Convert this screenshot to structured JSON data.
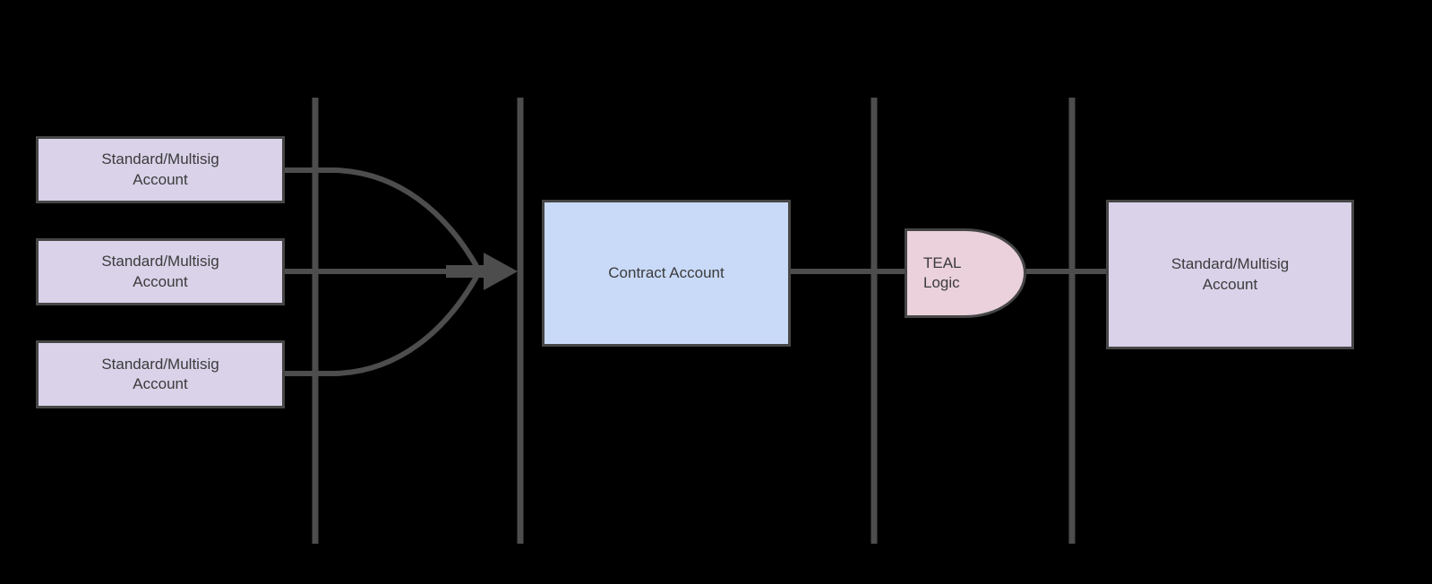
{
  "colors": {
    "background": "#000000",
    "line": "#4d4d4d",
    "node_border": "#464646",
    "account_fill": "#d9d2e9",
    "contract_fill": "#c9daf8",
    "teal_fill": "#ead1dc",
    "text": "#3b3b3b"
  },
  "nodes": {
    "left_accounts": [
      {
        "label": "Standard/Multisig\nAccount"
      },
      {
        "label": "Standard/Multisig\nAccount"
      },
      {
        "label": "Standard/Multisig\nAccount"
      }
    ],
    "contract_account": {
      "label": "Contract Account"
    },
    "teal_logic": {
      "label": "TEAL\nLogic"
    },
    "right_account": {
      "label": "Standard/Multisig\nAccount"
    }
  }
}
